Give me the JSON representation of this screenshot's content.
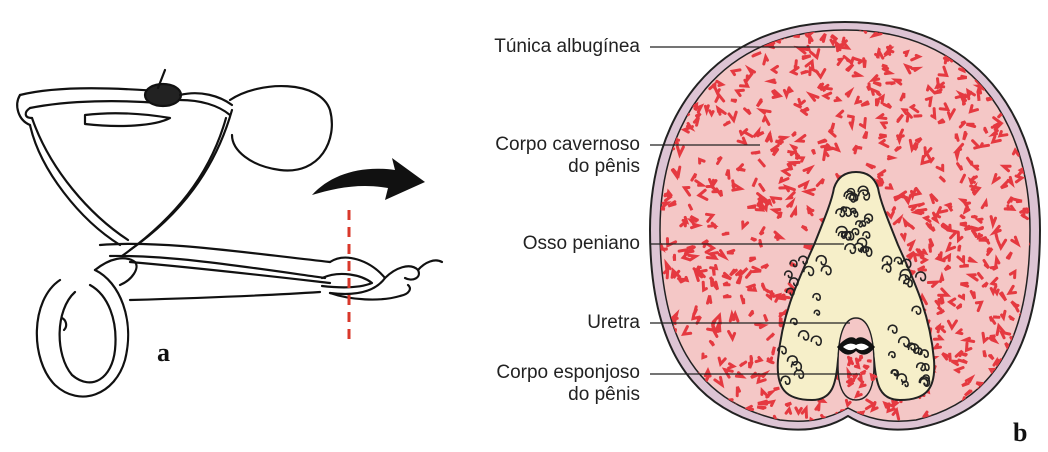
{
  "panel_a": {
    "letter": "a"
  },
  "panel_b": {
    "letter": "b",
    "labels": {
      "tunica": "Túnica albugínea",
      "cavernoso_l1": "Corpo cavernoso",
      "cavernoso_l2": "do pênis",
      "osso": "Osso peniano",
      "uretra": "Uretra",
      "esponjoso_l1": "Corpo esponjoso",
      "esponjoso_l2": "do pênis"
    }
  },
  "colors": {
    "tissue_red": "#e53940",
    "tissue_bg": "#f4c7c6",
    "albuginea": "#ddc4d4",
    "bone": "#f6efc9",
    "cut_line": "#d9382b"
  }
}
